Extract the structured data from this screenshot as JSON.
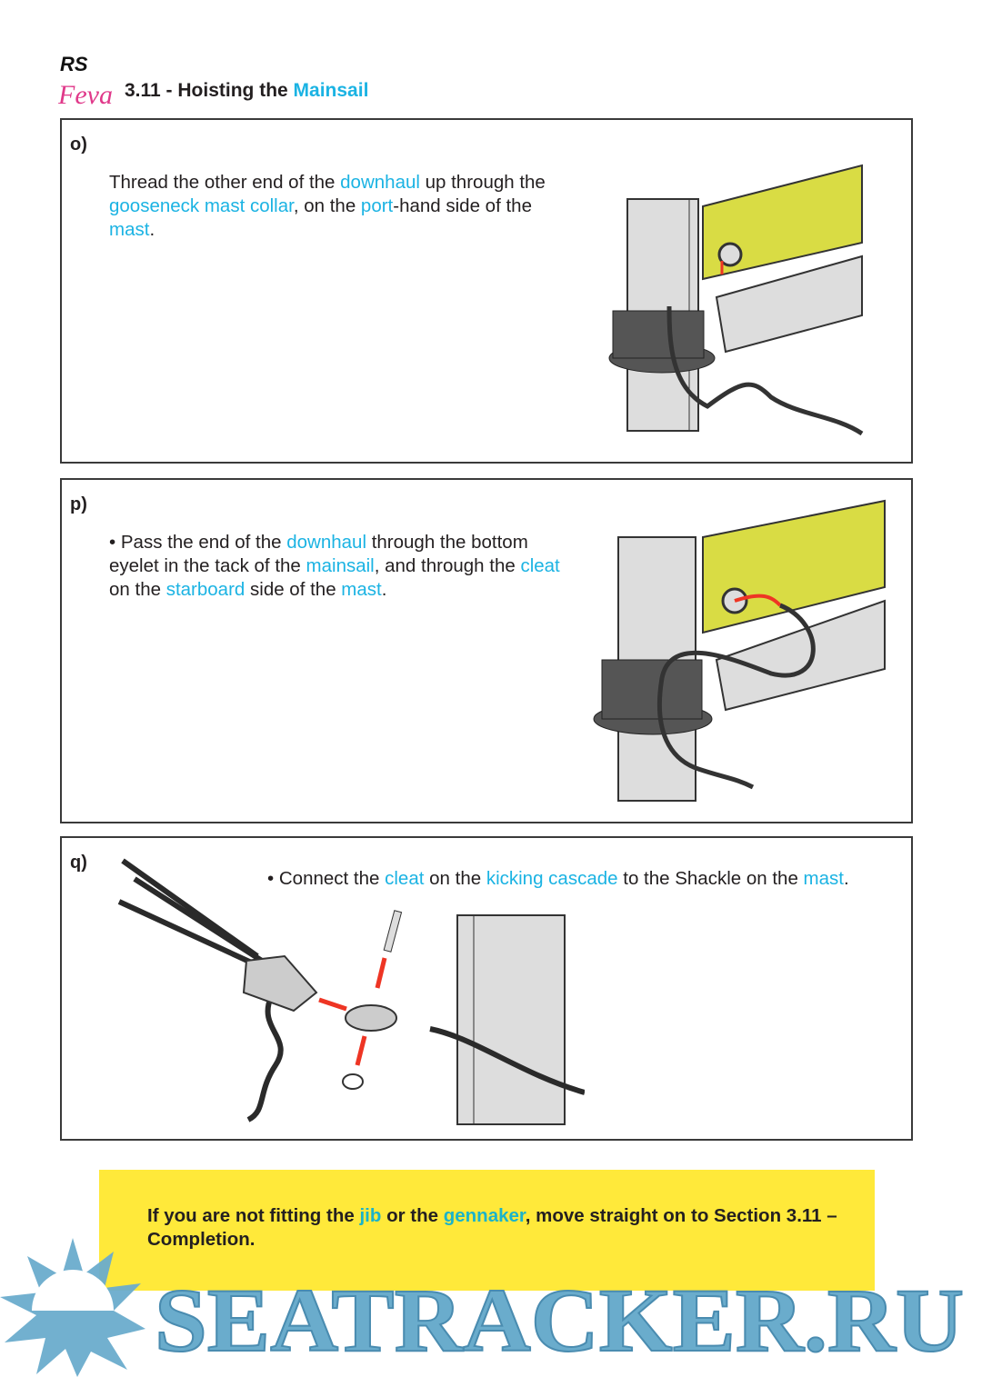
{
  "header": {
    "logo_text": "RS Feva",
    "section": "3.11 - Hoisting the ",
    "section_highlight": "Mainsail"
  },
  "panels": [
    {
      "label": "o)",
      "segments": [
        "Thread the other end of the ",
        "downhaul",
        " up through the ",
        "gooseneck mast collar",
        ", on the ",
        "port",
        "-hand side of the ",
        "mast",
        "."
      ]
    },
    {
      "label": "p)",
      "segments": [
        "• Pass the end of the ",
        "downhaul",
        " through the bottom eyelet in the tack of the ",
        "mainsail",
        ", and through the ",
        "cleat",
        " on the ",
        "starboard",
        " side of the ",
        "mast",
        "."
      ]
    },
    {
      "label": "q)",
      "segments": [
        "• Connect the ",
        "cleat",
        " on the ",
        "kicking cascade",
        " to the Shackle on the ",
        "mast",
        "."
      ]
    }
  ],
  "note": {
    "segments": [
      "If you are not fitting the ",
      "jib",
      " or the ",
      "gennaker",
      ", move straight on to Section 3.11 – Completion."
    ]
  },
  "watermark": {
    "text": "SEATRACKER.RU"
  },
  "colors": {
    "highlight": "#1bb3e3",
    "note_bg": "#ffe93a",
    "sail": "#d9dc44",
    "watermark": "#6aaccc",
    "arrow": "#ee3524"
  }
}
